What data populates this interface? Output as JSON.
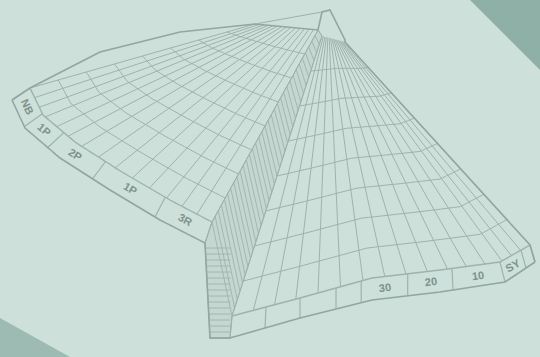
{
  "diagram": {
    "labels": [
      "NB",
      "1P",
      "2P",
      "1P",
      "3R",
      "30",
      "20",
      "10",
      "SY"
    ]
  }
}
